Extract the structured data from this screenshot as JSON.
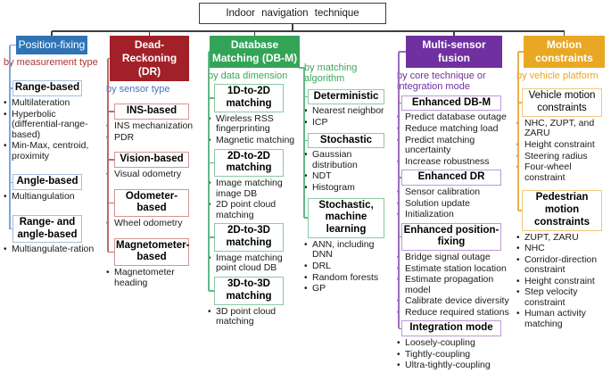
{
  "figure": {
    "root_label": "Indoor navigation technique"
  },
  "tree_line_color": "#3F3F3F",
  "columns": [
    {
      "id": "position-fixing",
      "header": "Position-fixing",
      "subtitle": "by measurement type",
      "theme": {
        "header_bg": "#2E74B5",
        "header_text": "#FFFFFF",
        "header_bold": false,
        "subtitle_color": "#B03434",
        "box_border": "#A3BFE0",
        "line_color": "#7FA8D4"
      },
      "groups": [
        {
          "title": "Range-based",
          "items": [
            "Multilateration",
            "Hyperbolic (differential-range-based)",
            "Min-Max, centroid, proximity"
          ]
        },
        {
          "title": "Angle-based",
          "items": [
            "Multiangulation"
          ]
        },
        {
          "title": "Range- and angle-based",
          "items": [
            "Multiangulate-ration"
          ]
        }
      ]
    },
    {
      "id": "dead-reckoning",
      "header": "Dead-Reckoning (DR)",
      "subtitle": "by sensor type",
      "theme": {
        "header_bg": "#A22028",
        "header_text": "#FFFFFF",
        "header_bold": true,
        "subtitle_color": "#4472C4",
        "box_border": "#D49595",
        "line_color": "#C06868"
      },
      "groups": [
        {
          "title": "INS-based",
          "items": [
            "INS mechanization",
            "PDR"
          ]
        },
        {
          "title": "Vision-based",
          "items": [
            "Visual odometry"
          ]
        },
        {
          "title": "Odometer-based",
          "items": [
            "Wheel odometry"
          ]
        },
        {
          "title": "Magnetometer-based",
          "items": [
            "Magnetometer heading"
          ]
        }
      ]
    },
    {
      "id": "database-matching",
      "header": "Database Matching (DB-M)",
      "subtitle": "by data dimension",
      "theme": {
        "header_bg": "#33A457",
        "header_text": "#FFFFFF",
        "header_bold": true,
        "subtitle_color": "#3BA65B",
        "box_border": "#8CC9A3",
        "line_color": "#63B787"
      },
      "groups": [
        {
          "title": "1D-to-2D matching",
          "items": [
            "Wireless RSS fingerprinting",
            "Magnetic matching"
          ]
        },
        {
          "title": "2D-to-2D matching",
          "items": [
            "Image matching image DB",
            "2D point cloud matching"
          ]
        },
        {
          "title": "2D-to-3D matching",
          "items": [
            "Image matching point cloud DB"
          ]
        },
        {
          "title": "3D-to-3D matching",
          "items": [
            "3D point cloud matching"
          ]
        }
      ]
    },
    {
      "id": "matching-algorithm",
      "subtitle": "by matching algorithm",
      "theme": {
        "subtitle_color": "#3BA65B",
        "box_border": "#8CC9A3",
        "line_color": "#63B787"
      },
      "groups": [
        {
          "title": "Deterministic",
          "items": [
            "Nearest neighbor",
            "ICP"
          ]
        },
        {
          "title": "Stochastic",
          "items": [
            "Gaussian distribution",
            "NDT",
            "Histogram"
          ]
        },
        {
          "title": "Stochastic, machine learning",
          "items": [
            "ANN, including DNN",
            "DRL",
            "Random forests",
            "GP"
          ]
        }
      ]
    },
    {
      "id": "multi-sensor-fusion",
      "header": "Multi-sensor fusion",
      "subtitle": "by core technique or integration mode",
      "theme": {
        "header_bg": "#7030A0",
        "header_text": "#FFFFFF",
        "header_bold": true,
        "subtitle_color": "#7030A0",
        "box_border": "#BC9AD6",
        "line_color": "#9A6FC0"
      },
      "groups": [
        {
          "title": "Enhanced DB-M",
          "items": [
            "Predict database outage",
            "Reduce matching load",
            "Predict matching uncertainty",
            "Increase robustness"
          ]
        },
        {
          "title": "Enhanced DR",
          "items": [
            "Sensor calibration",
            "Solution update",
            "Initialization"
          ]
        },
        {
          "title": "Enhanced position-fixing",
          "items": [
            "Bridge signal outage",
            "Estimate station location",
            "Estimate propagation model",
            "Calibrate device diversity",
            "Reduce required stations"
          ]
        },
        {
          "title": "Integration mode",
          "items": [
            "Loosely-coupling",
            "Tightly-coupling",
            "Ultra-tightly-coupling"
          ]
        }
      ]
    },
    {
      "id": "motion-constraints",
      "header": "Motion constraints",
      "subtitle": "by vehicle platform",
      "theme": {
        "header_bg": "#E9A824",
        "header_text": "#FFFFFF",
        "header_bold": true,
        "subtitle_color": "#EAA722",
        "box_border": "#F0C87E",
        "line_color": "#E8B04B"
      },
      "groups": [
        {
          "title": "Vehicle motion constraints",
          "title_bold": false,
          "items": [
            "NHC, ZUPT, and ZARU",
            "Height constraint",
            "Steering radius",
            "Four-wheel constraint"
          ]
        },
        {
          "title": "Pedestrian motion constraints",
          "items": [
            "ZUPT, ZARU",
            "NHC",
            "Corridor-direction constraint",
            "Height constraint",
            "Step velocity constraint",
            "Human activity matching"
          ]
        }
      ]
    }
  ]
}
